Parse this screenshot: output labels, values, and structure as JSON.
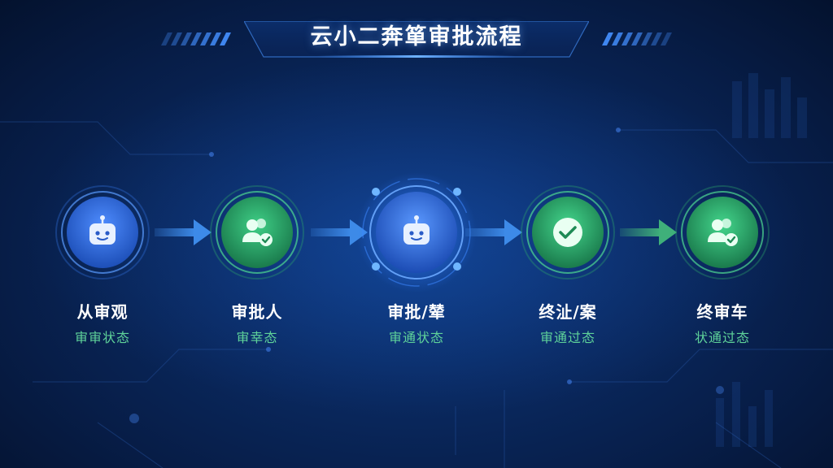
{
  "header": {
    "title": "云小二奔箪审批流程"
  },
  "steps": [
    {
      "label": "从审观",
      "status": "审审状态",
      "icon": "robot-icon",
      "theme": "blue"
    },
    {
      "label": "审批人",
      "status": "审幸态",
      "icon": "user-check-icon",
      "theme": "green"
    },
    {
      "label": "审批/辇",
      "status": "审通状态",
      "icon": "robot-icon",
      "theme": "blue-active"
    },
    {
      "label": "终沚/案",
      "status": "审通过态",
      "icon": "check-icon",
      "theme": "green"
    },
    {
      "label": "终审车",
      "status": "状通过态",
      "icon": "user-check-icon",
      "theme": "green"
    }
  ],
  "colors": {
    "blue_node": "#2f6fe0",
    "green_node": "#2fa86a",
    "status_text": "#5fd39a",
    "arrow_blue": "#3d8ae8",
    "arrow_green": "#3fb07a"
  }
}
